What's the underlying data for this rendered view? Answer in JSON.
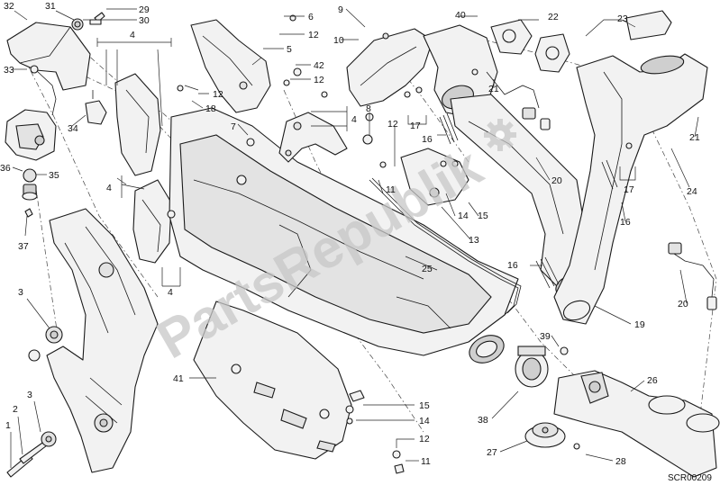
{
  "diagram": {
    "drawing_code": "SCR00209",
    "watermark": "PartsRepublik",
    "callouts": [
      {
        "id": "c32",
        "label": "32"
      },
      {
        "id": "c31",
        "label": "31"
      },
      {
        "id": "c29",
        "label": "29"
      },
      {
        "id": "c30",
        "label": "30"
      },
      {
        "id": "c4a",
        "label": "4"
      },
      {
        "id": "c33",
        "label": "33"
      },
      {
        "id": "c34",
        "label": "34"
      },
      {
        "id": "c36",
        "label": "36"
      },
      {
        "id": "c35",
        "label": "35"
      },
      {
        "id": "c37",
        "label": "37"
      },
      {
        "id": "c3a",
        "label": "3"
      },
      {
        "id": "c3b",
        "label": "3"
      },
      {
        "id": "c2",
        "label": "2"
      },
      {
        "id": "c1",
        "label": "1"
      },
      {
        "id": "c6",
        "label": "6"
      },
      {
        "id": "c12a",
        "label": "12"
      },
      {
        "id": "c5",
        "label": "5"
      },
      {
        "id": "c42",
        "label": "42"
      },
      {
        "id": "c12b",
        "label": "12"
      },
      {
        "id": "c12c",
        "label": "12"
      },
      {
        "id": "c18",
        "label": "18"
      },
      {
        "id": "c7",
        "label": "7"
      },
      {
        "id": "c4b",
        "label": "4"
      },
      {
        "id": "c4c",
        "label": "4"
      },
      {
        "id": "c4d",
        "label": "4"
      },
      {
        "id": "c9",
        "label": "9"
      },
      {
        "id": "c10",
        "label": "10"
      },
      {
        "id": "c40",
        "label": "40"
      },
      {
        "id": "c22",
        "label": "22"
      },
      {
        "id": "c23",
        "label": "23"
      },
      {
        "id": "c8",
        "label": "8"
      },
      {
        "id": "c12d",
        "label": "12"
      },
      {
        "id": "c17a",
        "label": "17"
      },
      {
        "id": "c21a",
        "label": "21"
      },
      {
        "id": "c16a",
        "label": "16"
      },
      {
        "id": "c11a",
        "label": "11"
      },
      {
        "id": "c14a",
        "label": "14"
      },
      {
        "id": "c15a",
        "label": "15"
      },
      {
        "id": "c13",
        "label": "13"
      },
      {
        "id": "c20a",
        "label": "20"
      },
      {
        "id": "c21b",
        "label": "21"
      },
      {
        "id": "c17b",
        "label": "17"
      },
      {
        "id": "c24",
        "label": "24"
      },
      {
        "id": "c16b",
        "label": "16"
      },
      {
        "id": "c16c",
        "label": "16"
      },
      {
        "id": "c25",
        "label": "25"
      },
      {
        "id": "c19",
        "label": "19"
      },
      {
        "id": "c20b",
        "label": "20"
      },
      {
        "id": "c41",
        "label": "41"
      },
      {
        "id": "c39",
        "label": "39"
      },
      {
        "id": "c26",
        "label": "26"
      },
      {
        "id": "c15b",
        "label": "15"
      },
      {
        "id": "c14b",
        "label": "14"
      },
      {
        "id": "c38",
        "label": "38"
      },
      {
        "id": "c12e",
        "label": "12"
      },
      {
        "id": "c11b",
        "label": "11"
      },
      {
        "id": "c27",
        "label": "27"
      },
      {
        "id": "c28",
        "label": "28"
      }
    ]
  }
}
